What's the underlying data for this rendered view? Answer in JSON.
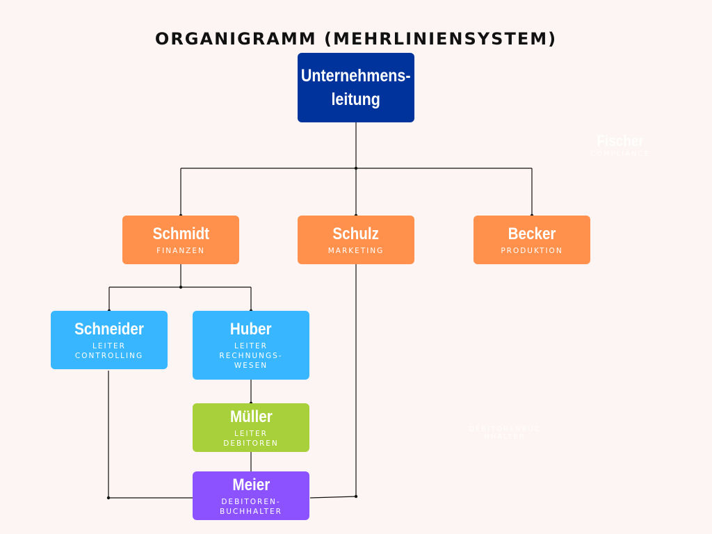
{
  "title": "ORGANIGRAMM (MEHRLINIENSYSTEM)",
  "colors": {
    "background": "#fdf5f3",
    "top": "#00349c",
    "level1": "#ff914d",
    "level2": "#38b6ff",
    "debitoren": "#a8d03a",
    "buchhalter": "#8c52ff",
    "line": "#111111"
  },
  "nodes": {
    "top": {
      "name": "Unternehmens-\nleitung"
    },
    "schmidt": {
      "name": "Schmidt",
      "role": "FINANZEN"
    },
    "schulz": {
      "name": "Schulz",
      "role": "MARKETING"
    },
    "becker": {
      "name": "Becker",
      "role": "PRODUKTION"
    },
    "schneider": {
      "name": "Schneider",
      "role": "LEITER\nCONTROLLING"
    },
    "huber": {
      "name": "Huber",
      "role": "LEITER\nRECHNUNGS-\nWESEN"
    },
    "mueller": {
      "name": "Müller",
      "role": "LEITER\nDEBITOREN"
    },
    "meier": {
      "name": "Meier",
      "role": "DEBITOREN-\nBUCHHALTER"
    }
  },
  "ghosts": {
    "fischer": {
      "name": "Fischer",
      "role": "COMPLIANCE"
    },
    "debitorenbuchhalter": {
      "role": "DEBITORENBUC\nHHALTER"
    }
  },
  "edges": [
    [
      "top",
      "schmidt"
    ],
    [
      "top",
      "schulz"
    ],
    [
      "top",
      "becker"
    ],
    [
      "schmidt",
      "schneider"
    ],
    [
      "schmidt",
      "huber"
    ],
    [
      "huber",
      "mueller"
    ],
    [
      "mueller",
      "meier"
    ],
    [
      "schneider",
      "meier"
    ],
    [
      "schulz",
      "meier"
    ]
  ]
}
